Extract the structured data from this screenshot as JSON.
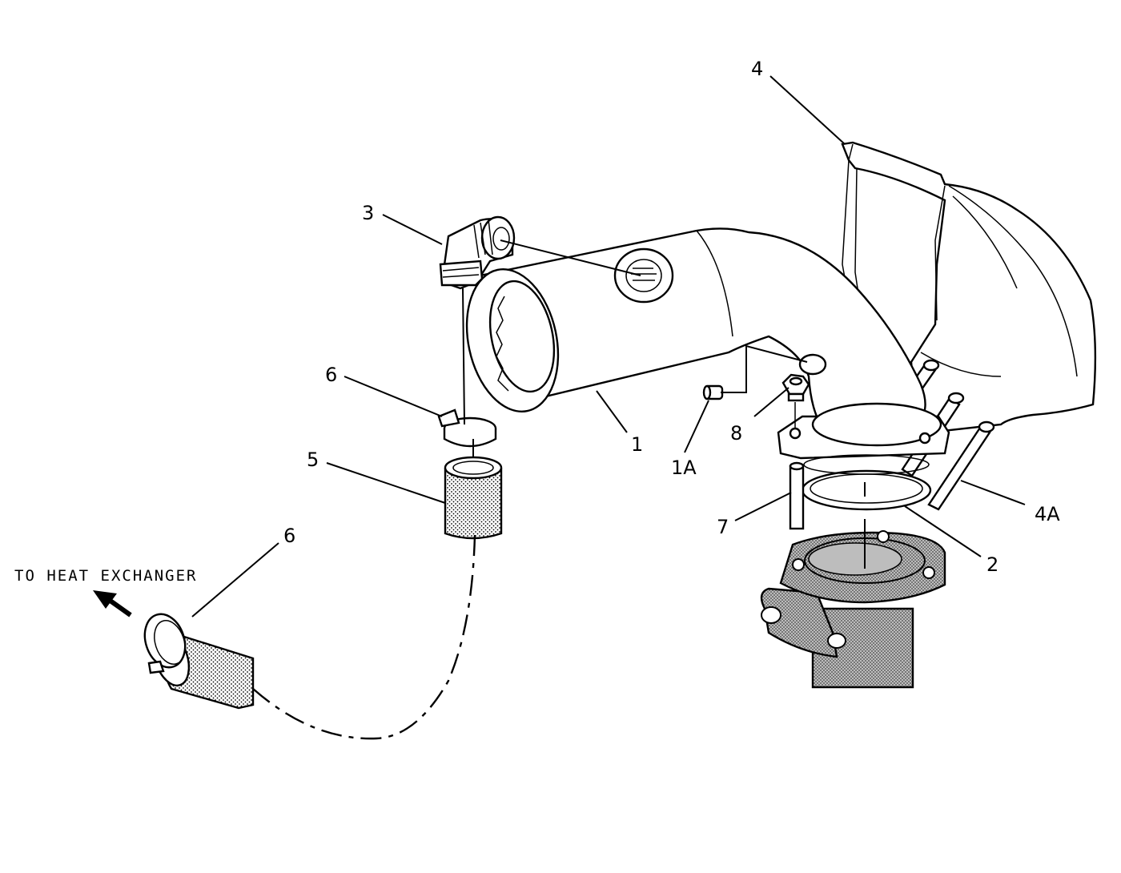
{
  "diagram": {
    "note": "TO HEAT EXCHANGER",
    "callouts": {
      "c1": "1",
      "c1a": "1A",
      "c2": "2",
      "c3": "3",
      "c4": "4",
      "c4a": "4A",
      "c5": "5",
      "c6a": "6",
      "c6b": "6",
      "c7": "7",
      "c8": "8"
    }
  }
}
